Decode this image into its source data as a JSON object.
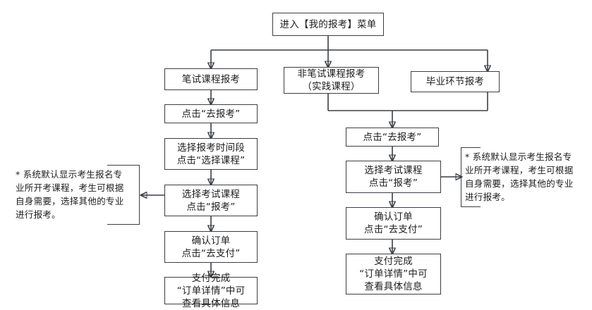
{
  "diagram": {
    "title_node": {
      "label": "进入【我的报考】菜单"
    },
    "branches": [
      {
        "label": "笔试课程报考"
      },
      {
        "label": "非笔试课程报考\n（实践课程）"
      },
      {
        "label": "毕业环节报考"
      }
    ],
    "left_flow": [
      {
        "label": "点击“去报考”"
      },
      {
        "label": "选择报考时间段\n点击“选择课程”"
      },
      {
        "label": "选择考试课程\n点击“报考”"
      },
      {
        "label": "确认订单\n点击“去支付”"
      },
      {
        "label": "支付完成\n“订单详情”中可\n查看具体信息"
      }
    ],
    "right_flow": [
      {
        "label": "点击“去报考”"
      },
      {
        "label": "选择考试课程\n点击“报考”"
      },
      {
        "label": "确认订单\n点击“去支付”"
      },
      {
        "label": "支付完成\n“订单详情”中可\n查看具体信息"
      }
    ],
    "notes": [
      {
        "label": "* 系统默认显示考生报名专\n业所开考课程，考生可根据\n自身需要，选择其他的专业\n进行报考。"
      },
      {
        "label": "* 系统默认显示考生报名专\n业所开考课程，考生可根据\n自身需要，选择其他的专业\n进行报考。"
      }
    ],
    "colors": {
      "stroke": "#3a3f44",
      "text": "#1d1d1d",
      "background": "#ffffff"
    }
  }
}
